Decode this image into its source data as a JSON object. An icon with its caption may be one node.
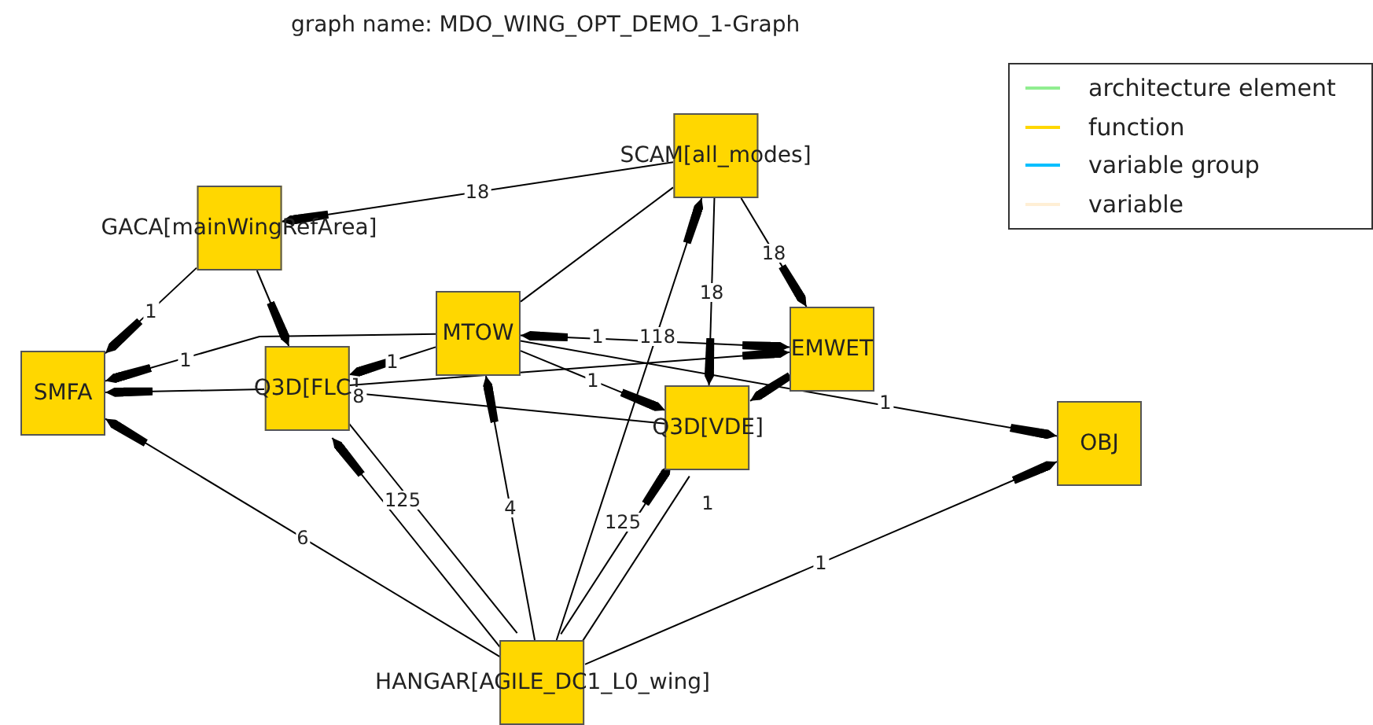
{
  "diagram": {
    "title": "graph name: MDO_WING_OPT_DEMO_1-Graph",
    "nodes": [
      {
        "text": [
          "SCAM[all_modes]"
        ]
      },
      {
        "text": [
          "GACA[mainWingRefArea]"
        ]
      },
      {
        "text": [
          "MTOW"
        ]
      },
      {
        "text": [
          "EMWET"
        ]
      },
      {
        "text": [
          "SMFA"
        ]
      },
      {
        "text": [
          "Q3D[FLC]"
        ]
      },
      {
        "text": [
          "Q3D[VDE]"
        ]
      },
      {
        "text": [
          "OBJ"
        ]
      },
      {
        "text": [
          "HANGAR[AGILE_DC1_L0_wing]"
        ]
      }
    ],
    "edges": [
      {
        "from": 0,
        "to": 1,
        "arrow": "to",
        "label": "18"
      },
      {
        "from": 0,
        "to": 2,
        "arrow": "none"
      },
      {
        "from": 8,
        "to": 0,
        "arrow": "to",
        "label": "118"
      },
      {
        "from": 0,
        "to": 6,
        "arrow": "to",
        "label": "18"
      },
      {
        "from": 0,
        "to": 3,
        "arrow": "to",
        "label": "18"
      },
      {
        "from": 1,
        "to": 4,
        "arrow": "to",
        "label": "1"
      },
      {
        "from": 1,
        "to": 5,
        "arrow": "to"
      },
      {
        "from": 2,
        "to": 4,
        "arrow": "to",
        "label": "1"
      },
      {
        "from": 5,
        "to": 4,
        "arrow": "to"
      },
      {
        "from": 8,
        "to": 4,
        "arrow": "to",
        "label": "6"
      },
      {
        "from": 2,
        "to": 5,
        "arrow": "to",
        "label": "1"
      },
      {
        "from": 2,
        "to": 3,
        "arrow": "both",
        "label": "1"
      },
      {
        "from": 2,
        "to": 6,
        "arrow": "to",
        "label": "1"
      },
      {
        "from": 8,
        "to": 2,
        "arrow": "to",
        "label": "4"
      },
      {
        "from": 2,
        "to": 7,
        "arrow": "to",
        "label": "1"
      },
      {
        "from": 5,
        "to": 3,
        "arrow": "to"
      },
      {
        "from": 5,
        "to": 6,
        "arrow": "none"
      },
      {
        "from": 8,
        "to": 5,
        "arrow": "to",
        "label": "125"
      },
      {
        "from": 5,
        "to": 8,
        "arrow": "none"
      },
      {
        "from": 3,
        "to": 6,
        "arrow": "to"
      },
      {
        "from": 8,
        "to": 6,
        "arrow": "to",
        "label": "125"
      },
      {
        "from": 6,
        "to": 8,
        "arrow": "none",
        "label": "1"
      },
      {
        "from": 8,
        "to": 7,
        "arrow": "to",
        "label": "1"
      }
    ],
    "labels": [
      "8"
    ],
    "legend": [
      {
        "text": "architecture element",
        "color": "#90ee90"
      },
      {
        "text": "function",
        "color": "#ffd700"
      },
      {
        "text": "variable group",
        "color": "#00bfff"
      },
      {
        "text": "variable",
        "color": "#ffefd5"
      }
    ]
  }
}
